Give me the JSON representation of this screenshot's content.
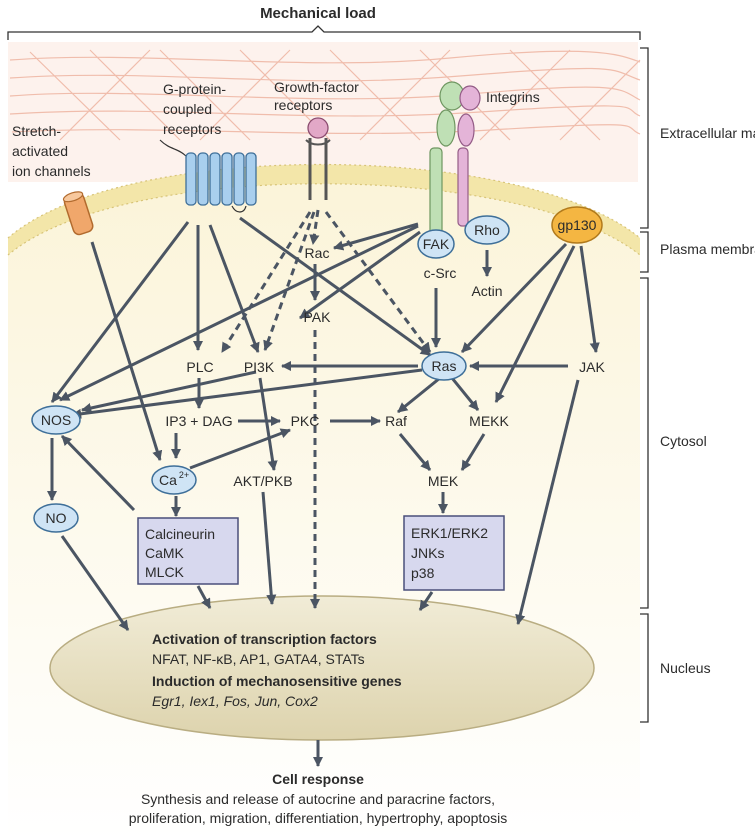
{
  "header": {
    "title": "Mechanical load"
  },
  "regions": {
    "extracellular": "Extracellular matrix",
    "plasma": "Plasma membrane",
    "cytosol": "Cytosol",
    "nucleus": "Nucleus"
  },
  "receptors": {
    "stretch": [
      "Stretch-",
      "activated",
      "ion channels"
    ],
    "gpcr": [
      "G-protein-",
      "coupled",
      "receptors"
    ],
    "gfr": [
      "Growth-factor",
      "receptors"
    ],
    "integrins": "Integrins",
    "gp130": "gp130"
  },
  "nodes": {
    "fak": "FAK",
    "rho": "Rho",
    "csrc": "c-Src",
    "actin": "Actin",
    "rac": "Rac",
    "pak": "PAK",
    "plc": "PLC",
    "pi3k": "PI3K",
    "ras": "Ras",
    "jak": "JAK",
    "nos": "NOS",
    "ip3dag": "IP3 + DAG",
    "pkc": "PKC",
    "raf": "Raf",
    "mekk": "MEKK",
    "ca": "Ca",
    "ca_sup": "2+",
    "aktpkb": "AKT/PKB",
    "mek": "MEK",
    "no": "NO",
    "calcineurin": [
      "Calcineurin",
      "CaMK",
      "MLCK"
    ],
    "erk": [
      "ERK1/ERK2",
      "JNKs",
      "p38"
    ]
  },
  "nucleus": {
    "line1": "Activation of transcription factors",
    "line2": "NFAT, NF-κB, AP1, GATA4, STATs",
    "line3": "Induction of mechanosensitive genes",
    "line4": "Egr1, Iex1, Fos, Jun, Cox2"
  },
  "response": {
    "title": "Cell response",
    "line1": "Synthesis and release of autocrine and paracrine factors,",
    "line2": "proliferation, migration, differentiation, hypertrophy, apoptosis"
  },
  "colors": {
    "node_fill": "#cfe4f5",
    "node_stroke": "#3e6f99",
    "box_fill": "#d7d8ee",
    "nucleus_fill": "#e9e3c9",
    "gp130_fill": "#f4b642",
    "ecm": "#f3c5b6",
    "membrane": "#f6ecbd"
  }
}
